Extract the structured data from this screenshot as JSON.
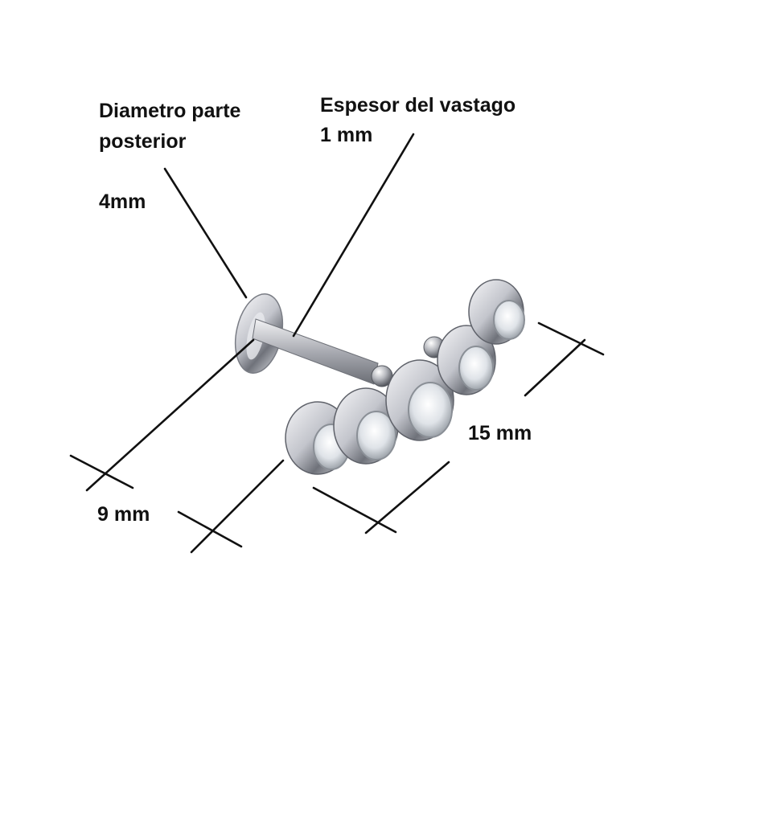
{
  "labels": {
    "back_diameter_title_line1": "Diametro parte",
    "back_diameter_title_line2": "posterior",
    "back_diameter_value": "4mm",
    "shaft_title": "Espesor del vastago",
    "shaft_value": "1 mm",
    "shaft_length": "9 mm",
    "top_length": "15 mm"
  },
  "colors": {
    "line": "#111111",
    "metal_light": "#f4f4f6",
    "metal_mid": "#b9bbc2",
    "metal_dark": "#5f626a",
    "crystal": "#eef1f4"
  }
}
